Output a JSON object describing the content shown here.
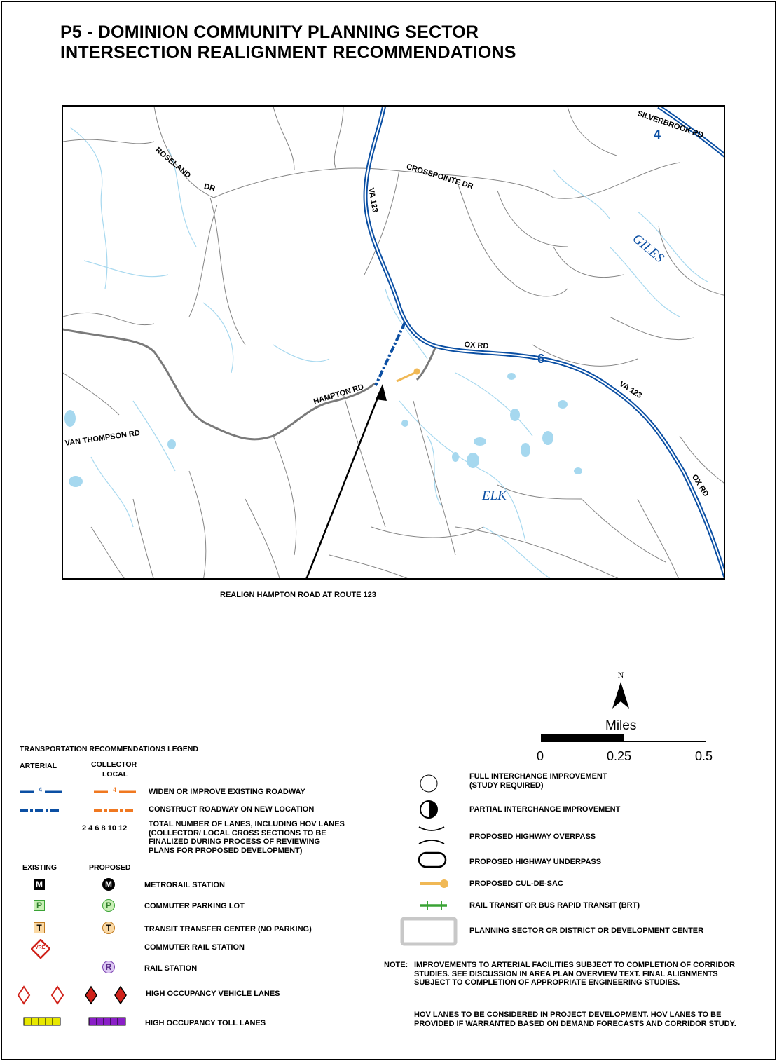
{
  "title": {
    "line1": "P5 - DOMINION COMMUNITY PLANNING SECTOR",
    "line2": "INTERSECTION REALIGNMENT RECOMMENDATIONS"
  },
  "map": {
    "road_labels": {
      "silverbrook": "SILVERBROOK RD",
      "silverbrook_lanes": "4",
      "roseland": "ROSELAND",
      "roseland_dr": "DR",
      "crosspointe": "CROSSPOINTE DR",
      "va123_north": "VA 123",
      "ox_rd": "OX RD",
      "lanes_6": "6",
      "va123_east": "VA 123",
      "ox_rd_south": "OX RD",
      "hampton": "HAMPTON RD",
      "van_thompson": "VAN THOMPSON RD"
    },
    "water_labels": {
      "giles": "GILES",
      "elk": "ELK"
    },
    "colors": {
      "arterial": "#0b4fa3",
      "local_road": "#858585",
      "existing_road": "#7a7a7a",
      "water": "#a6d8ef",
      "cul_de_sac": "#f0b855",
      "collector": "#f07820",
      "transit": "#3aa335"
    }
  },
  "callout": "REALIGN HAMPTON ROAD AT ROUTE 123",
  "north_arrow": "N",
  "scale_bar": {
    "units": "Miles",
    "ticks": [
      "0",
      "0.25",
      "0.5"
    ]
  },
  "legend": {
    "heading": "TRANSPORTATION RECOMMENDATIONS LEGEND",
    "arterial": "ARTERIAL",
    "collector": "COLLECTOR",
    "local": "LOCAL",
    "lanes_sample": "4",
    "widen": "WIDEN OR IMPROVE EXISTING ROADWAY",
    "construct": "CONSTRUCT ROADWAY ON NEW LOCATION",
    "lane_numbers": "2 4 6 8 10 12",
    "total_lanes_1": "TOTAL NUMBER OF LANES, INCLUDING HOV LANES",
    "total_lanes_2": "(COLLECTOR/ LOCAL CROSS SECTIONS TO BE",
    "total_lanes_3": "FINALIZED DURING PROCESS OF REVIEWING",
    "total_lanes_4": "PLANS FOR PROPOSED DEVELOPMENT)",
    "existing": "EXISTING",
    "proposed": "PROPOSED",
    "metrorail": "METRORAIL STATION",
    "metro_letter": "M",
    "parking": "COMMUTER PARKING LOT",
    "parking_letter": "P",
    "transit_center": "TRANSIT TRANSFER CENTER (NO PARKING)",
    "transit_letter": "T",
    "commuter_rail": "COMMUTER RAIL STATION",
    "vre": "VRE",
    "rail_station": "RAIL STATION",
    "rail_letter": "R",
    "hov": "HIGH OCCUPANCY VEHICLE LANES",
    "hot": "HIGH OCCUPANCY TOLL LANES",
    "full_interchange_1": "FULL INTERCHANGE IMPROVEMENT",
    "full_interchange_2": "(STUDY REQUIRED)",
    "partial_interchange": "PARTIAL INTERCHANGE IMPROVEMENT",
    "overpass": "PROPOSED HIGHWAY OVERPASS",
    "underpass": "PROPOSED HIGHWAY UNDERPASS",
    "cul_de_sac": "PROPOSED CUL-DE-SAC",
    "brt": "RAIL TRANSIT OR BUS RAPID TRANSIT (BRT)",
    "planning_sector": "PLANNING SECTOR OR DISTRICT OR DEVELOPMENT CENTER"
  },
  "notes": {
    "note_prefix": "NOTE:",
    "note_1": "IMPROVEMENTS TO ARTERIAL FACILITIES SUBJECT TO COMPLETION OF CORRIDOR",
    "note_2": "STUDIES.  SEE DISCUSSION IN AREA PLAN OVERVIEW TEXT. FINAL ALIGNMENTS",
    "note_3": "SUBJECT TO COMPLETION OF APPROPRIATE ENGINEERING STUDIES.",
    "hov_1": "HOV LANES TO BE CONSIDERED IN PROJECT DEVELOPMENT.  HOV LANES TO BE",
    "hov_2": "PROVIDED IF WARRANTED BASED ON DEMAND FORECASTS AND CORRIDOR STUDY."
  }
}
